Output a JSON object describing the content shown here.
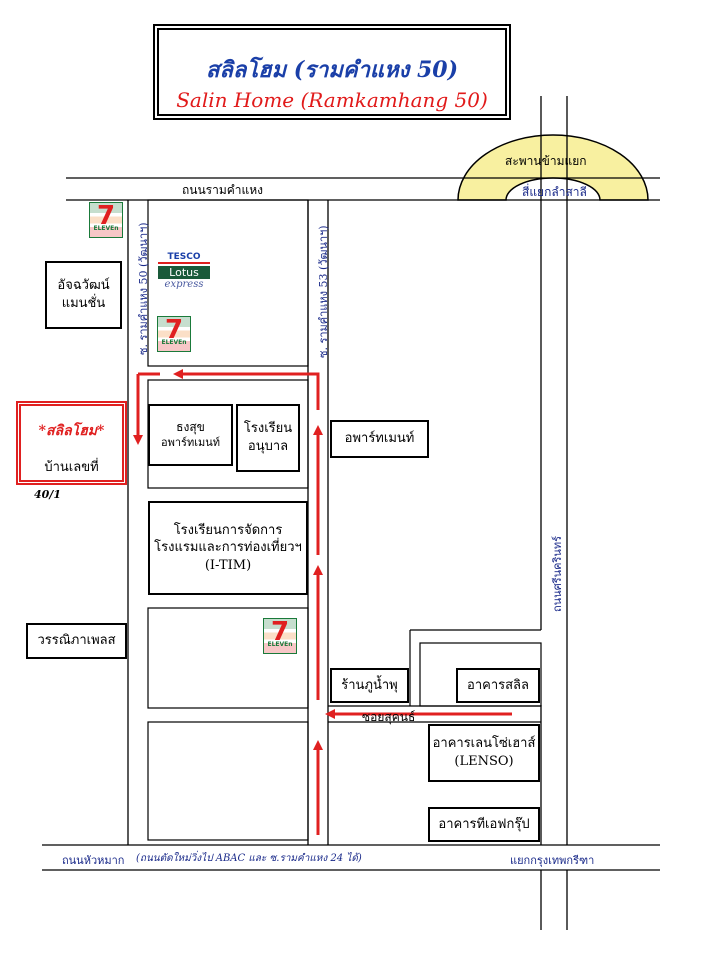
{
  "title": {
    "thai": "สลิลโฮม (รามคำแหง 50)",
    "english": "Salin Home (Ramkamhang 50)"
  },
  "roads": {
    "ramkhamhaeng": "ถนนรามคำแหง",
    "bridge": "สะพานข้ามแยก",
    "intersection_lamsali": "สี่แยกลำสาลี",
    "soi_50": "ซ. รามคำแหง 50 (วัฒนาฯ)",
    "soi_53": "ซ. รามคำแหง 53 (วัฒนาฯ)",
    "srinakarin": "ถนนศรีนครินทร์",
    "hua_mak": "ถนนหัวหมาก",
    "hua_mak_note": "(ถนนตัดใหม่วิ่งไป ABAC และ ซ.รามคำแหง 24 ได้)",
    "krungthep_kreetha": "แยกกรุงเทพกรีฑา",
    "soi_sukhanthi": "ซอยสุคนธ์"
  },
  "places": {
    "achawat_1": "อัจฉวัฒน์",
    "achawat_2": "แมนชั่น",
    "salin_1": "*สลิลโฮม*",
    "salin_2": "บ้านเลขที่",
    "house_number": "40/1",
    "thongsuk_1": "ธงสุข",
    "thongsuk_2": "อพาร์ทเมนท์",
    "kindergarten_1": "โรงเรียน",
    "kindergarten_2": "อนุบาล",
    "apartment": "อพาร์ทเมนท์",
    "itim_1": "โรงเรียนการจัดการ",
    "itim_2": "โรงแรมและการท่องเที่ยวฯ",
    "itim_3": "(I-TIM)",
    "wanitha": "วรรณิภาเพลส",
    "phunamphu": "ร้านภูน้ำพุ",
    "salil_building": "อาคารสลิล",
    "lenso_1": "อาคารเลนโซ่เฮาส์",
    "lenso_2": "(LENSO)",
    "tpi": "อาคารทีเอฟกรุ๊ป"
  },
  "logos": {
    "tesco_1": "TESCO",
    "tesco_2": "Lotus",
    "tesco_3": "express",
    "seven_eleven_digit": "7",
    "seven_eleven_text": "ELEVEn"
  },
  "colors": {
    "road_line": "#000000",
    "arrow": "#e02020",
    "road_label": "#1a2a8a",
    "bridge_fill": "#f8f0a0",
    "title_thai": "#1a3fa8",
    "title_english": "#e11a1a"
  }
}
